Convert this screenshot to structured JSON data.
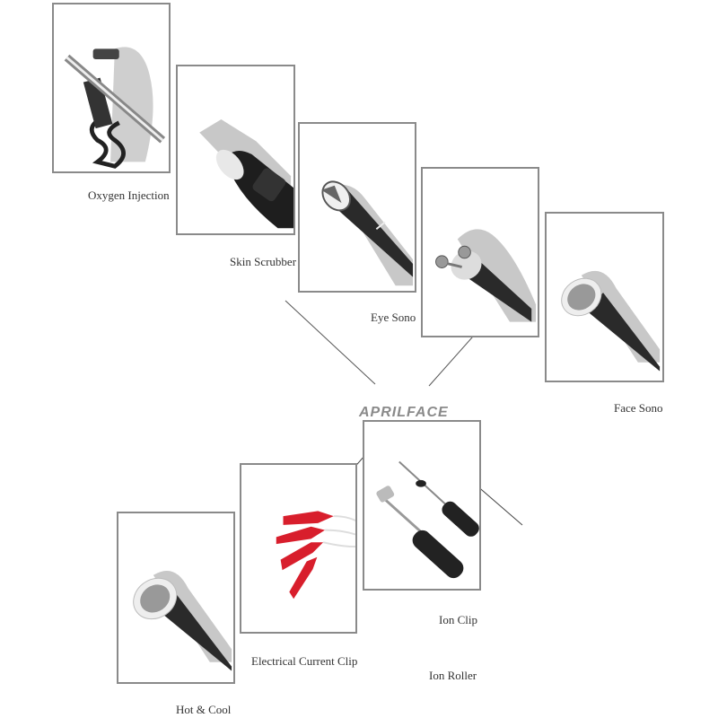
{
  "brand": {
    "name": "APRILFACE",
    "color": "#8a8a8a"
  },
  "products": [
    {
      "id": "oxygen-injection",
      "label": "Oxygen Injection",
      "icon": "airbrush-pen-icon"
    },
    {
      "id": "skin-scrubber",
      "label": "Skin Scrubber",
      "icon": "scrubber-handpiece-icon"
    },
    {
      "id": "eye-sono",
      "label": "Eye Sono",
      "icon": "eye-sono-probe-icon"
    },
    {
      "id": "eye-roller",
      "label": "",
      "icon": "double-ball-roller-icon"
    },
    {
      "id": "face-sono",
      "label": "Face Sono",
      "icon": "face-sono-probe-icon"
    },
    {
      "id": "hot-cool",
      "label": "Hot & Cool",
      "icon": "hot-cool-probe-icon"
    },
    {
      "id": "electrical-current-clip",
      "label": "Electrical Current Clip",
      "icon": "alligator-clip-icon"
    },
    {
      "id": "ion-clip",
      "label": "Ion Clip",
      "icon": "ion-clip-probe-icon"
    },
    {
      "id": "ion-roller",
      "label": "Ion Roller",
      "icon": "ion-roller-probe-icon"
    }
  ],
  "colors": {
    "frame_border": "#8a8a8a",
    "handle_dark": "#2a2a2a",
    "shadow": "#c8c8c8",
    "clip_red": "#d81e2c"
  }
}
